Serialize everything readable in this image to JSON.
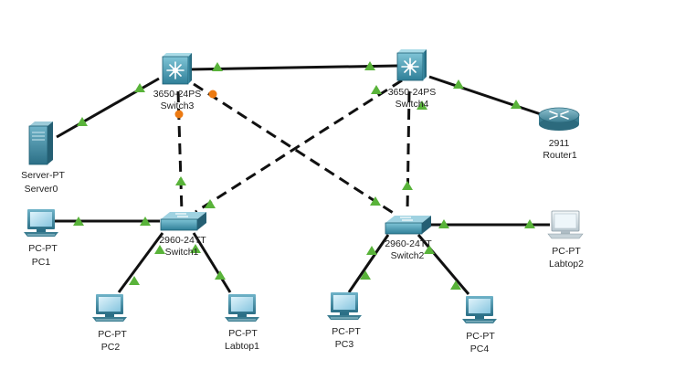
{
  "colors": {
    "link": "#111111",
    "link_up": "#59b33a",
    "link_pending": "#ec7a12"
  },
  "devices": {
    "server0": {
      "type": "Server-PT",
      "name": "Server0",
      "icon": "server-icon"
    },
    "switch3": {
      "type": "3650-24PS",
      "name": "Switch3",
      "icon": "multilayer-switch-icon"
    },
    "switch4": {
      "type": "3650-24PS",
      "name": "Switch4",
      "icon": "multilayer-switch-icon"
    },
    "router1": {
      "type": "2911",
      "name": "Router1",
      "icon": "router-icon"
    },
    "switch1": {
      "type": "2960-24TT",
      "name": "Switch1",
      "icon": "switch-icon"
    },
    "switch2": {
      "type": "2960-24TT",
      "name": "Switch2",
      "icon": "switch-icon"
    },
    "pc1": {
      "type": "PC-PT",
      "name": "PC1",
      "icon": "pc-icon"
    },
    "pc2": {
      "type": "PC-PT",
      "name": "PC2",
      "icon": "pc-icon"
    },
    "pc3": {
      "type": "PC-PT",
      "name": "PC3",
      "icon": "pc-icon"
    },
    "pc4": {
      "type": "PC-PT",
      "name": "PC4",
      "icon": "pc-icon"
    },
    "labtop1": {
      "type": "PC-PT",
      "name": "Labtop1",
      "icon": "pc-icon"
    },
    "labtop2": {
      "type": "PC-PT",
      "name": "Labtop2",
      "icon": "laptop-icon"
    }
  },
  "links": [
    {
      "from": "Switch3",
      "to": "Switch4",
      "style": "solid",
      "status": [
        "up",
        "up"
      ]
    },
    {
      "from": "Switch3",
      "to": "Server0",
      "style": "solid",
      "status": [
        "up",
        "up"
      ]
    },
    {
      "from": "Switch4",
      "to": "Router1",
      "style": "solid",
      "status": [
        "up",
        "up"
      ]
    },
    {
      "from": "Switch3",
      "to": "Switch1",
      "style": "dashed",
      "status": [
        "pending",
        "up"
      ]
    },
    {
      "from": "Switch3",
      "to": "Switch2",
      "style": "dashed",
      "status": [
        "pending",
        "up"
      ]
    },
    {
      "from": "Switch4",
      "to": "Switch1",
      "style": "dashed",
      "status": [
        "up",
        "up"
      ]
    },
    {
      "from": "Switch4",
      "to": "Switch2",
      "style": "dashed",
      "status": [
        "up",
        "up"
      ]
    },
    {
      "from": "Switch1",
      "to": "PC1",
      "style": "solid",
      "status": [
        "up",
        "up"
      ]
    },
    {
      "from": "Switch1",
      "to": "PC2",
      "style": "solid",
      "status": [
        "up",
        "up"
      ]
    },
    {
      "from": "Switch1",
      "to": "Labtop1",
      "style": "solid",
      "status": [
        "up",
        "up"
      ]
    },
    {
      "from": "Switch2",
      "to": "PC3",
      "style": "solid",
      "status": [
        "up",
        "up"
      ]
    },
    {
      "from": "Switch2",
      "to": "PC4",
      "style": "solid",
      "status": [
        "up",
        "up"
      ]
    },
    {
      "from": "Switch2",
      "to": "Labtop2",
      "style": "solid",
      "status": [
        "up",
        "up"
      ]
    }
  ]
}
